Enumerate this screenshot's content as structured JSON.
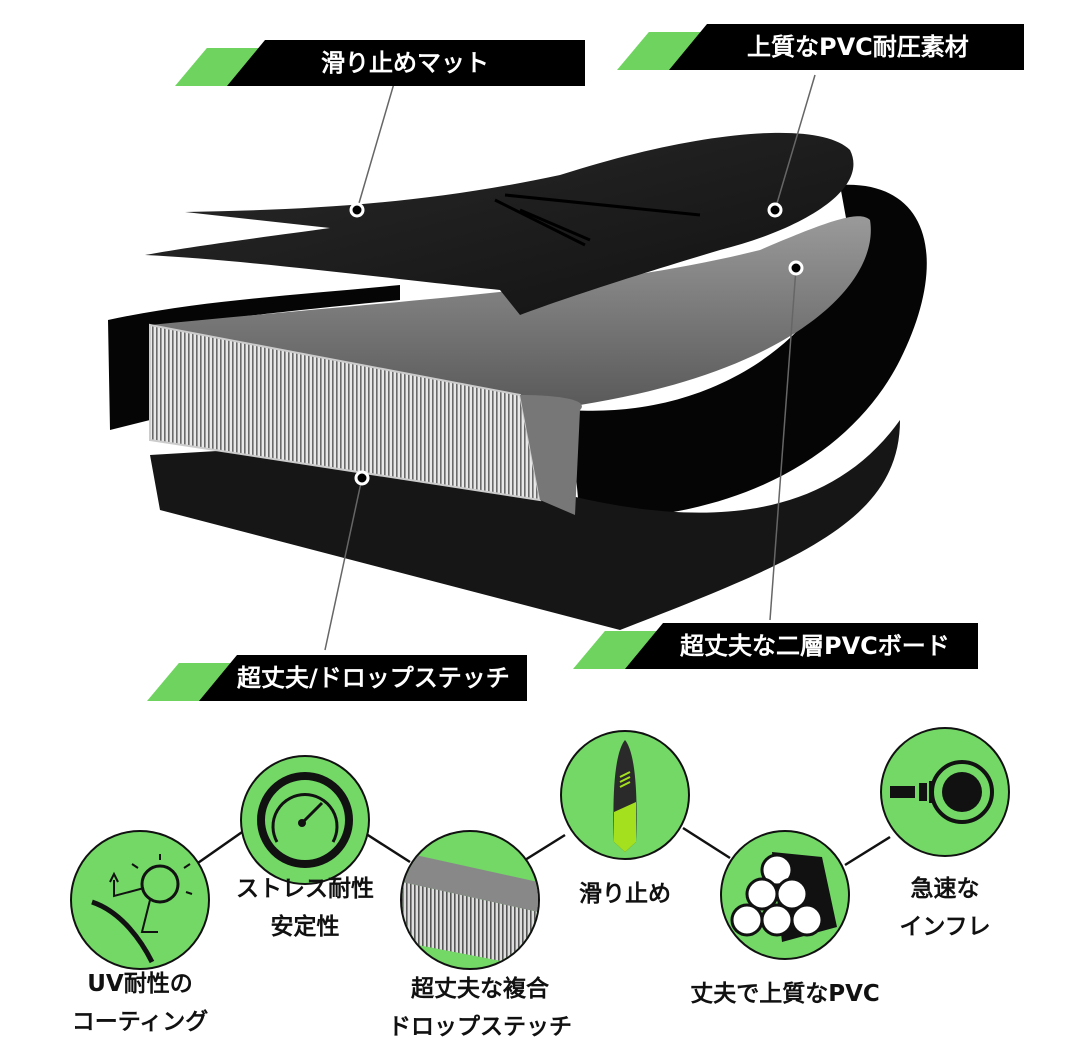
{
  "colors": {
    "accent_green": "#6fd45f",
    "circle_green": "#73d866",
    "banner_black": "#000000"
  },
  "callouts": [
    {
      "id": "anti-slip-mat",
      "label": "滑り止めマット"
    },
    {
      "id": "pvc-material",
      "label": "上質なPVC耐圧素材"
    },
    {
      "id": "dual-layer-pvc",
      "label": "超丈夫な二層PVCボード"
    },
    {
      "id": "drop-stitch",
      "label": "超丈夫/ドロップステッチ"
    }
  ],
  "features": [
    {
      "icon": "sun-uv-icon",
      "lines": [
        "UV耐性の",
        "コーティング"
      ]
    },
    {
      "icon": "pressure-gauge-icon",
      "lines": [
        "ストレス耐性",
        "安定性"
      ]
    },
    {
      "icon": "drop-stitch-icon",
      "lines": [
        "超丈夫な複合",
        "ドロップステッチ"
      ]
    },
    {
      "icon": "paddle-board-icon",
      "lines": [
        "滑り止め"
      ]
    },
    {
      "icon": "pvc-rolls-icon",
      "lines": [
        "丈夫で上質なPVC"
      ]
    },
    {
      "icon": "valve-icon",
      "lines": [
        "急速な",
        "インフレ"
      ]
    }
  ]
}
